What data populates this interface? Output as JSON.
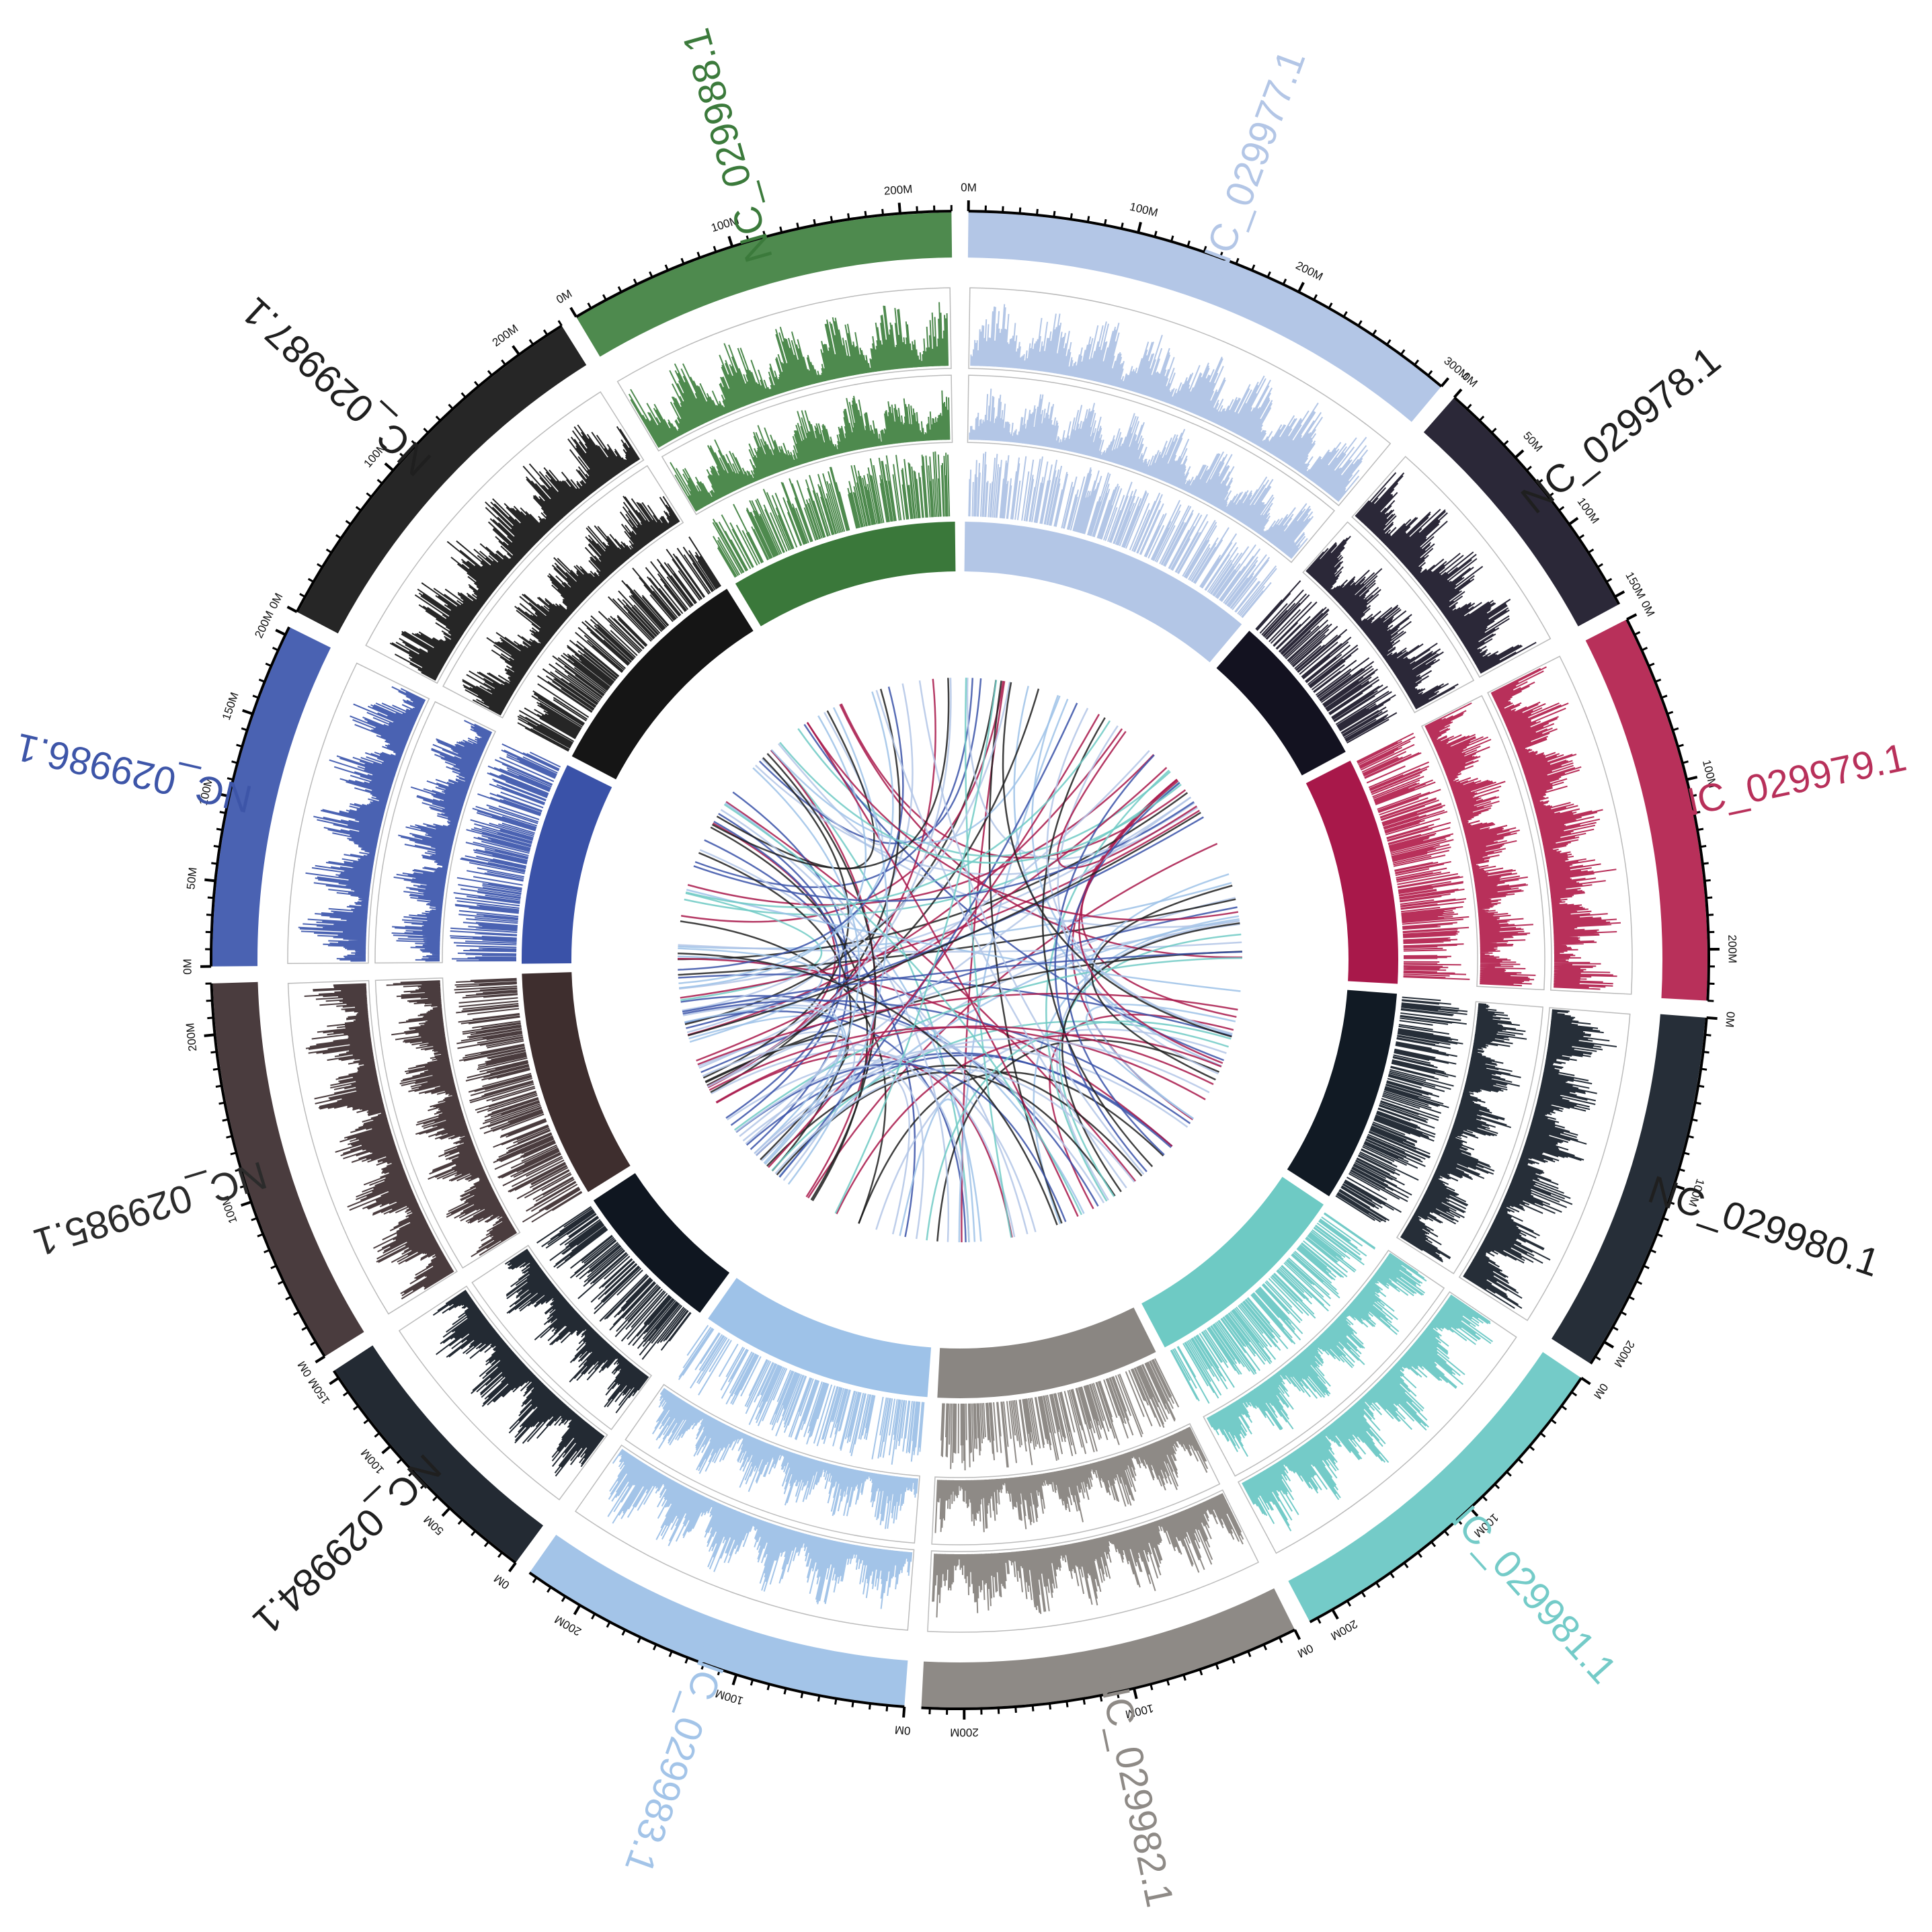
{
  "chart_data": {
    "type": "circos",
    "title": "",
    "center": [
      1428,
      1428
    ],
    "unit": "Mb",
    "tick_major_step": 100,
    "tick_minor_step": 10,
    "tick_label_suffix": "M",
    "gap_deg": 1.3,
    "chromosomes": [
      {
        "name": "NC_029977.1",
        "length": 300,
        "color": "#b3c6e6",
        "label_color": "#b3c6e6",
        "tick_step": 100
      },
      {
        "name": "NC_029978.1",
        "length": 155,
        "color": "#2b2838",
        "label_color": "#1f1f1f",
        "tick_step": 50
      },
      {
        "name": "NC_029979.1",
        "length": 230,
        "color": "#b8305a",
        "label_color": "#b8305a",
        "tick_step": 100
      },
      {
        "name": "NC_029980.1",
        "length": 215,
        "color": "#262e38",
        "label_color": "#1f1f1f",
        "tick_step": 100
      },
      {
        "name": "NC_029981.1",
        "length": 215,
        "color": "#74cbc8",
        "label_color": "#74cbc8",
        "tick_step": 100
      },
      {
        "name": "NC_029982.1",
        "length": 225,
        "color": "#8e8a86",
        "label_color": "#8e8a86",
        "tick_step": 100
      },
      {
        "name": "NC_029983.1",
        "length": 235,
        "color": "#a3c4e8",
        "label_color": "#a3c4e8",
        "tick_step": 100
      },
      {
        "name": "NC_029984.1",
        "length": 155,
        "color": "#232a33",
        "label_color": "#1f1f1f",
        "tick_step": 50
      },
      {
        "name": "NC_029985.1",
        "length": 230,
        "color": "#4a3c3e",
        "label_color": "#2b2b2b",
        "tick_step": 100
      },
      {
        "name": "NC_029986.1",
        "length": 205,
        "color": "#4a62b2",
        "label_color": "#3d55a8",
        "tick_step": 50
      },
      {
        "name": "NC_029987.1",
        "length": 230,
        "color": "#262626",
        "label_color": "#1f1f1f",
        "tick_step": 100
      },
      {
        "name": "NC_029988.1",
        "length": 230,
        "color": "#4e8a4e",
        "label_color": "#3b7a3b",
        "tick_step": 100
      }
    ],
    "inner_ideogram_colors": [
      "#b3c6e6",
      "#131220",
      "#a8184a",
      "#111a24",
      "#6ecac4",
      "#8a8682",
      "#9ec2e8",
      "#0f1620",
      "#3e2e2e",
      "#3a52a8",
      "#151515",
      "#3a783a"
    ],
    "tracks": [
      {
        "name": "track-1",
        "type": "histogram",
        "r_inner": 880,
        "r_outer": 1000,
        "boxed": true
      },
      {
        "name": "track-2",
        "type": "histogram",
        "r_inner": 770,
        "r_outer": 870,
        "boxed": true
      },
      {
        "name": "track-3",
        "type": "barcode",
        "r_inner": 660,
        "r_outer": 760,
        "boxed": false
      }
    ],
    "radii": {
      "ideogram_outer": [
        1045,
        1112
      ],
      "ideogram_inner": [
        578,
        652
      ],
      "links": 420,
      "label": 1260
    },
    "link_colors": [
      "#b3c6e6",
      "#1f1f1f",
      "#a8184a",
      "#6ecac4",
      "#3a52a8",
      "#9ec2e8"
    ],
    "link_count": 140
  }
}
